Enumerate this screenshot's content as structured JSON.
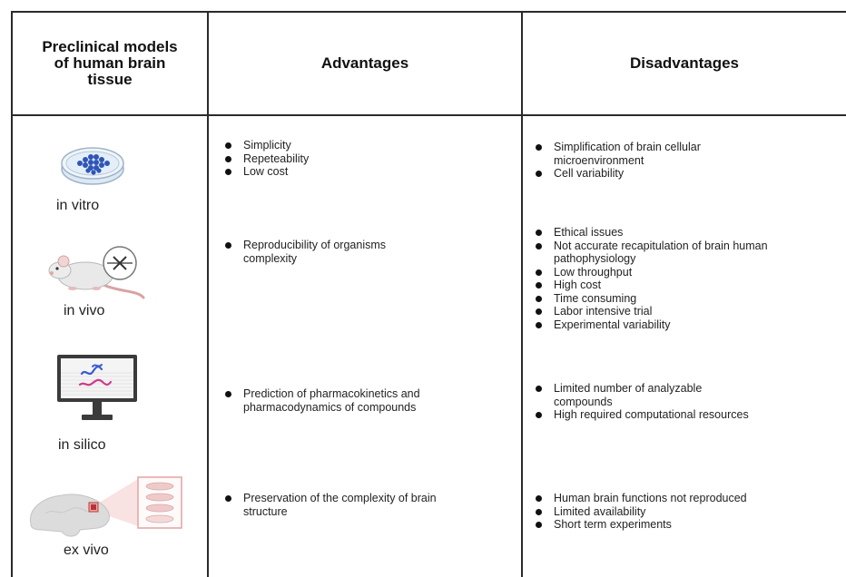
{
  "header": {
    "models": "Preclinical models of human brain tissue",
    "advantages": "Advantages",
    "disadvantages": "Disadvantages"
  },
  "rows": [
    {
      "model": "in vitro",
      "icon": "petri-dish-icon",
      "advantages": [
        "Simplicity",
        "Repeteability",
        "Low cost"
      ],
      "disadvantages": [
        "Simplification of brain cellular microenvironment",
        "Cell variability"
      ]
    },
    {
      "model": "in vivo",
      "icon": "mouse-crossed-icon",
      "advantages": [
        "Reproducibility of organisms complexity"
      ],
      "disadvantages": [
        "Ethical issues",
        "Not accurate recapitulation of brain human pathophysiology",
        "Low throughput",
        "High cost",
        "Time consuming",
        "Labor intensive trial",
        "Experimental variability"
      ]
    },
    {
      "model": "in silico",
      "icon": "computer-monitor-icon",
      "advantages": [
        "Prediction of pharmacokinetics and pharmacodynamics of compounds"
      ],
      "disadvantages": [
        "Limited number of analyzable compounds",
        "High required computational resources"
      ]
    },
    {
      "model": "ex vivo",
      "icon": "brain-slices-icon",
      "advantages": [
        "Preservation of the complexity of brain structure"
      ],
      "disadvantages": [
        "Human brain functions not reproduced",
        "Limited availability",
        "Short term experiments"
      ]
    }
  ]
}
